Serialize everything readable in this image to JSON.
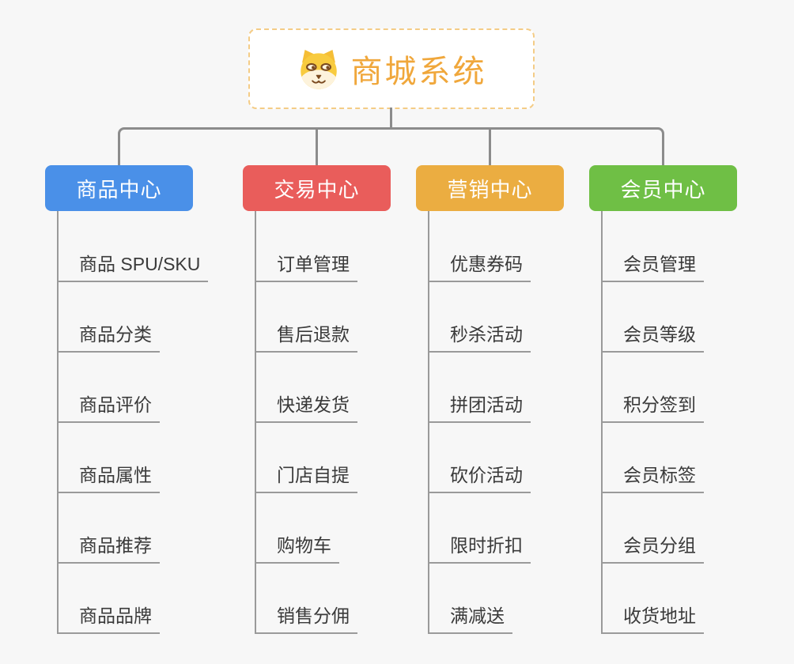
{
  "page": {
    "background": "#F7F7F7"
  },
  "root": {
    "title": "商城系统",
    "icon": "doge-icon",
    "text_color": "#F0A73B",
    "border_color": "#F4CC86",
    "background": "#FFFFFF"
  },
  "connectors": {
    "trunk_color": "#8C8C8C",
    "leaf_line_color": "#9A9A9A"
  },
  "branches": [
    {
      "label": "商品中心",
      "color": "#4A90E8",
      "children": [
        "商品 SPU/SKU",
        "商品分类",
        "商品评价",
        "商品属性",
        "商品推荐",
        "商品品牌"
      ]
    },
    {
      "label": "交易中心",
      "color": "#E95D5B",
      "children": [
        "订单管理",
        "售后退款",
        "快递发货",
        "门店自提",
        "购物车",
        "销售分佣"
      ]
    },
    {
      "label": "营销中心",
      "color": "#EBAD41",
      "children": [
        "优惠券码",
        "秒杀活动",
        "拼团活动",
        "砍价活动",
        "限时折扣",
        "满减送"
      ]
    },
    {
      "label": "会员中心",
      "color": "#6FBF45",
      "children": [
        "会员管理",
        "会员等级",
        "积分签到",
        "会员标签",
        "会员分组",
        "收货地址"
      ]
    }
  ]
}
